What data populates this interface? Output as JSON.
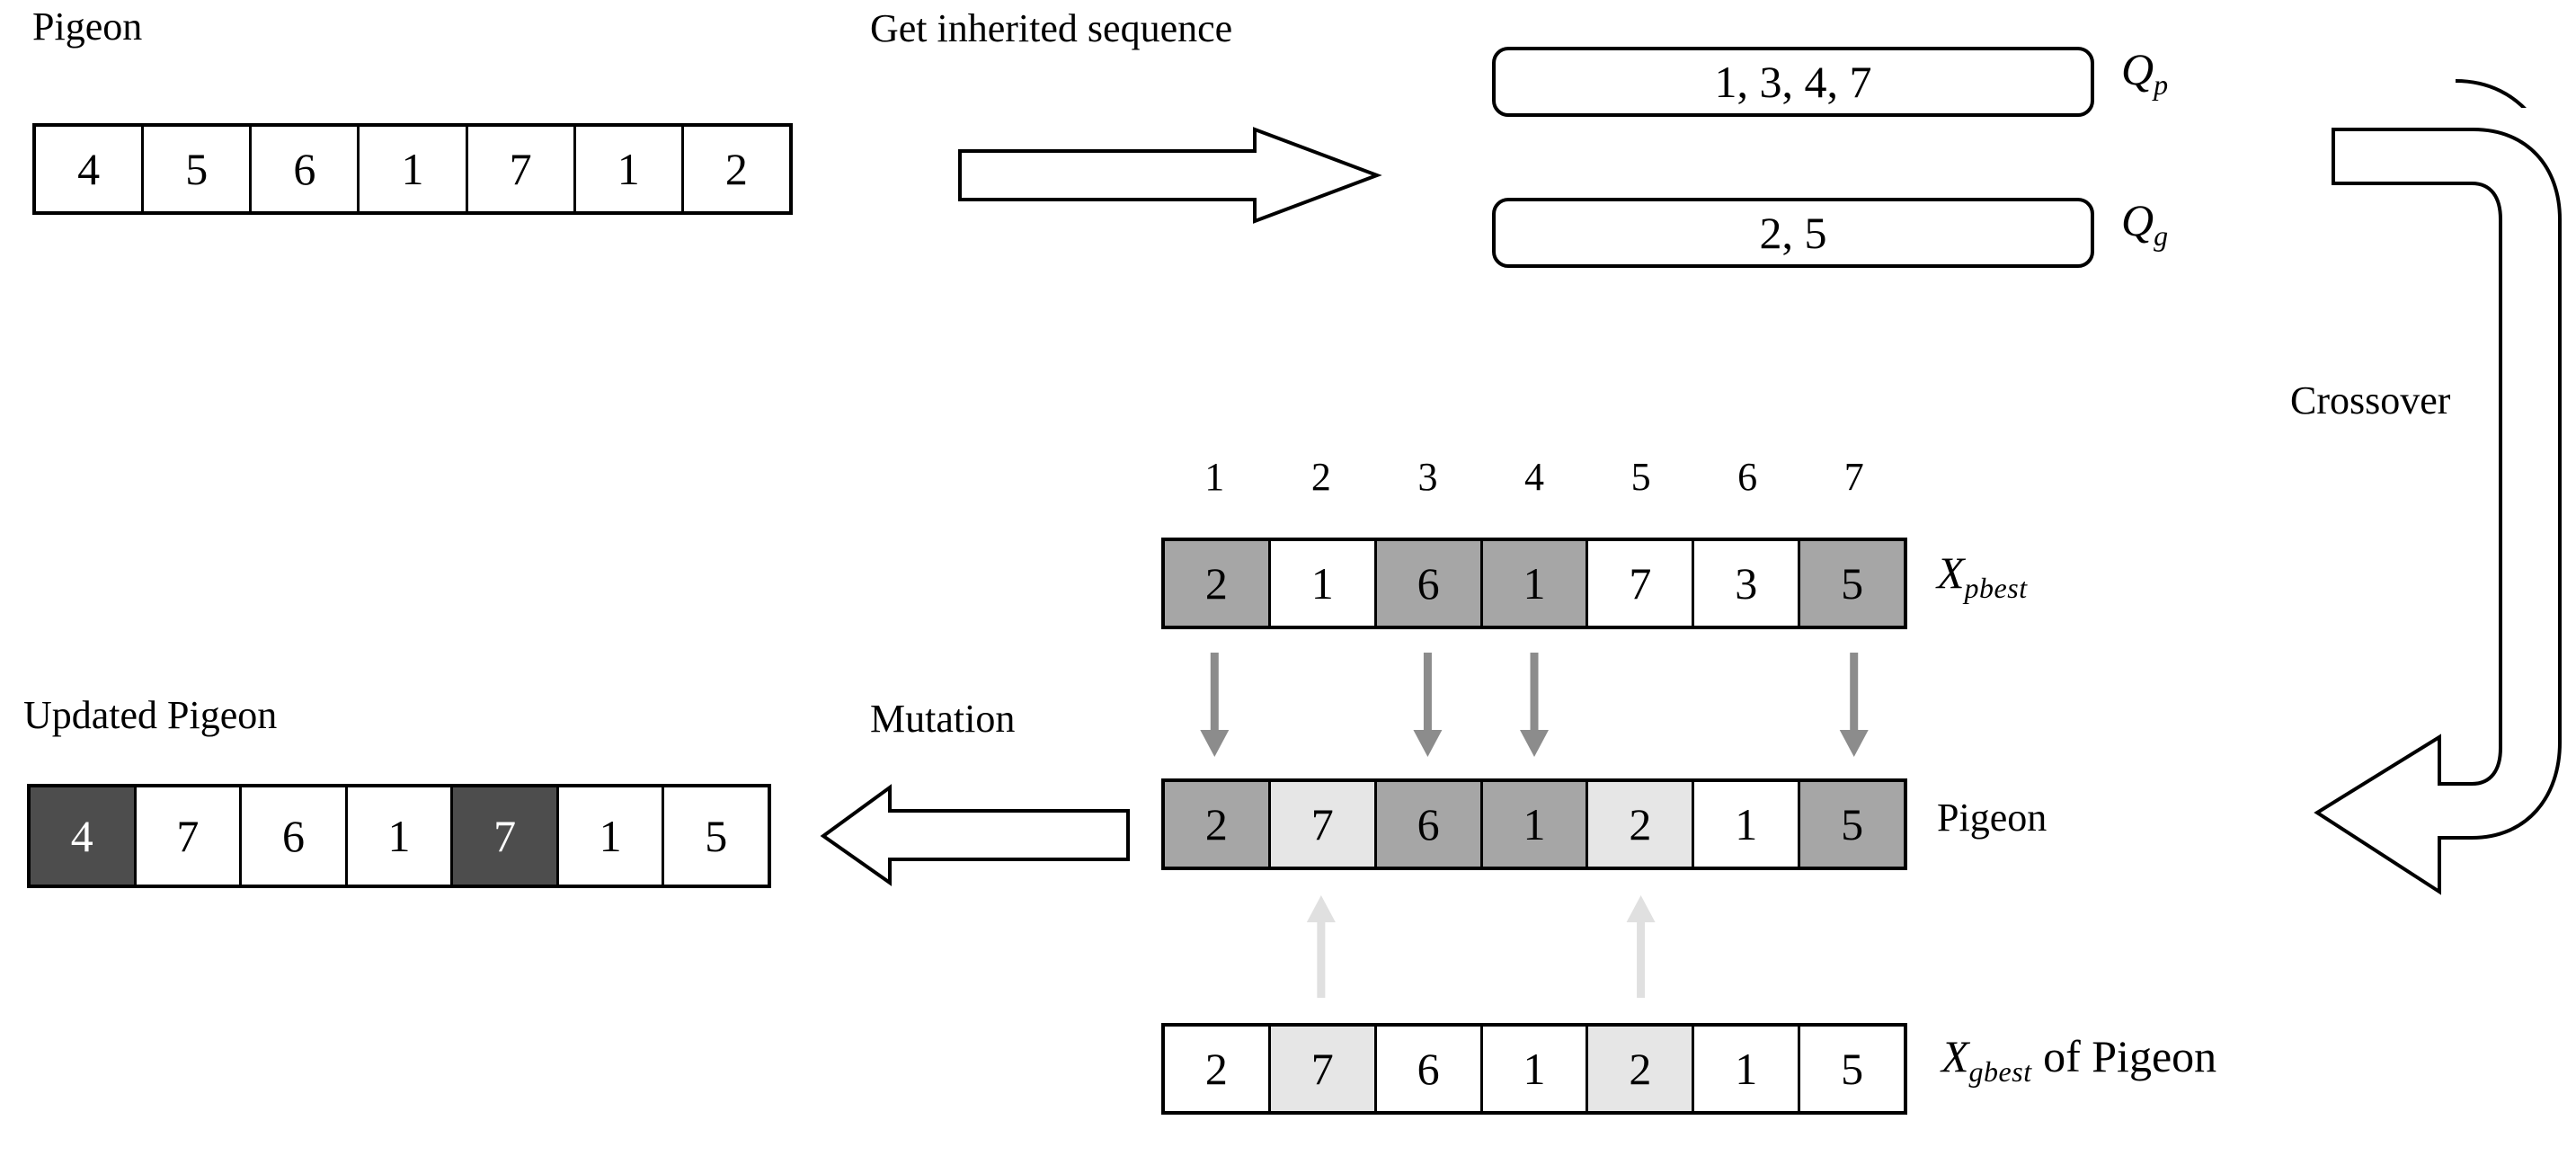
{
  "diagram": {
    "title_top_left": "Pigeon",
    "title_bottom_left": "Updated Pigeon",
    "label_get_inherited": "Get inherited sequence",
    "label_crossover": "Crossover",
    "label_mutation": "Mutation",
    "label_pigeon_row": "Pigeon",
    "label_xgbest_of": "of Pigeon",
    "symbol_x": "X",
    "sub_pbest": "pbest",
    "sub_gbest": "gbest",
    "symbol_q": "Q",
    "sub_p": "p",
    "sub_g": "g"
  },
  "inherited_boxes": [
    {
      "name": "Qp",
      "value": "1, 3, 4, 7",
      "symbol": "Q",
      "subscript": "p"
    },
    {
      "name": "Qg",
      "value": "2, 5",
      "symbol": "Q",
      "subscript": "g"
    }
  ],
  "column_indices": [
    "1",
    "2",
    "3",
    "4",
    "5",
    "6",
    "7"
  ],
  "rows": {
    "original_pigeon": {
      "label": "Pigeon",
      "cells": [
        {
          "value": "4",
          "fill": "white"
        },
        {
          "value": "5",
          "fill": "white"
        },
        {
          "value": "6",
          "fill": "white"
        },
        {
          "value": "1",
          "fill": "white"
        },
        {
          "value": "7",
          "fill": "white"
        },
        {
          "value": "1",
          "fill": "white"
        },
        {
          "value": "2",
          "fill": "white"
        }
      ]
    },
    "x_pbest": {
      "label": "X pbest",
      "cells": [
        {
          "value": "2",
          "fill": "gray"
        },
        {
          "value": "1",
          "fill": "white"
        },
        {
          "value": "6",
          "fill": "gray"
        },
        {
          "value": "1",
          "fill": "gray"
        },
        {
          "value": "7",
          "fill": "white"
        },
        {
          "value": "3",
          "fill": "white"
        },
        {
          "value": "5",
          "fill": "gray"
        }
      ]
    },
    "pigeon_mid": {
      "label": "Pigeon",
      "cells": [
        {
          "value": "2",
          "fill": "gray"
        },
        {
          "value": "7",
          "fill": "light"
        },
        {
          "value": "6",
          "fill": "gray"
        },
        {
          "value": "1",
          "fill": "gray"
        },
        {
          "value": "2",
          "fill": "light"
        },
        {
          "value": "1",
          "fill": "white"
        },
        {
          "value": "5",
          "fill": "gray"
        }
      ]
    },
    "x_gbest": {
      "label": "X gbest of Pigeon",
      "cells": [
        {
          "value": "2",
          "fill": "white"
        },
        {
          "value": "7",
          "fill": "light"
        },
        {
          "value": "6",
          "fill": "white"
        },
        {
          "value": "1",
          "fill": "white"
        },
        {
          "value": "2",
          "fill": "light"
        },
        {
          "value": "1",
          "fill": "white"
        },
        {
          "value": "5",
          "fill": "white"
        }
      ]
    },
    "updated_pigeon": {
      "label": "Updated Pigeon",
      "cells": [
        {
          "value": "4",
          "fill": "dark"
        },
        {
          "value": "7",
          "fill": "white"
        },
        {
          "value": "6",
          "fill": "white"
        },
        {
          "value": "1",
          "fill": "white"
        },
        {
          "value": "7",
          "fill": "dark"
        },
        {
          "value": "1",
          "fill": "white"
        },
        {
          "value": "5",
          "fill": "white"
        }
      ]
    }
  },
  "connectors": {
    "down_arrows_columns": [
      1,
      3,
      4,
      7
    ],
    "up_arrows_columns": [
      2,
      5
    ],
    "down_arrow_color": "#8c8c8c",
    "up_arrow_color": "#e0e0e0"
  },
  "colors": {
    "stroke": "#000000",
    "dark_fill": "#4d4d4d",
    "gray_fill": "#a6a6a6",
    "light_fill": "#e6e6e6",
    "white_fill": "#ffffff"
  }
}
